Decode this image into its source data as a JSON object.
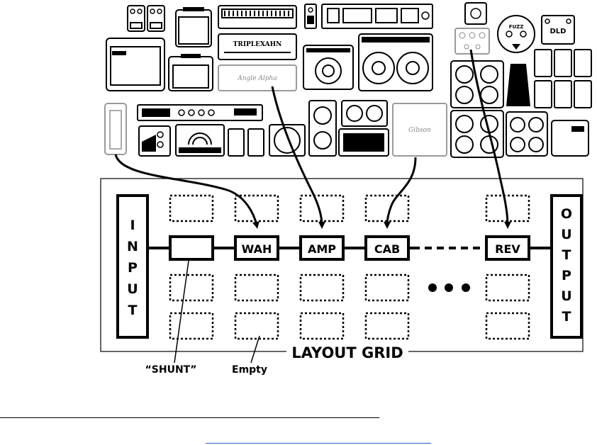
{
  "diagram": {
    "grid_title": "LAYOUT GRID",
    "input_label": [
      "I",
      "N",
      "P",
      "U",
      "T"
    ],
    "output_label": [
      "O",
      "U",
      "T",
      "P",
      "U",
      "T"
    ],
    "blocks": {
      "wah": "WAH",
      "amp": "AMP",
      "cab": "CAB",
      "rev": "REV"
    },
    "callouts": {
      "shunt": "“SHUNT”",
      "empty": "Empty"
    },
    "gear_labels": {
      "amp_head_logo": "TRIPLEXAHN",
      "vintage_head_logo": "Angle Alpha",
      "cab_logo": "Gibson",
      "pedal_label": "FUZZ",
      "pedal_label2": "DLD"
    }
  }
}
